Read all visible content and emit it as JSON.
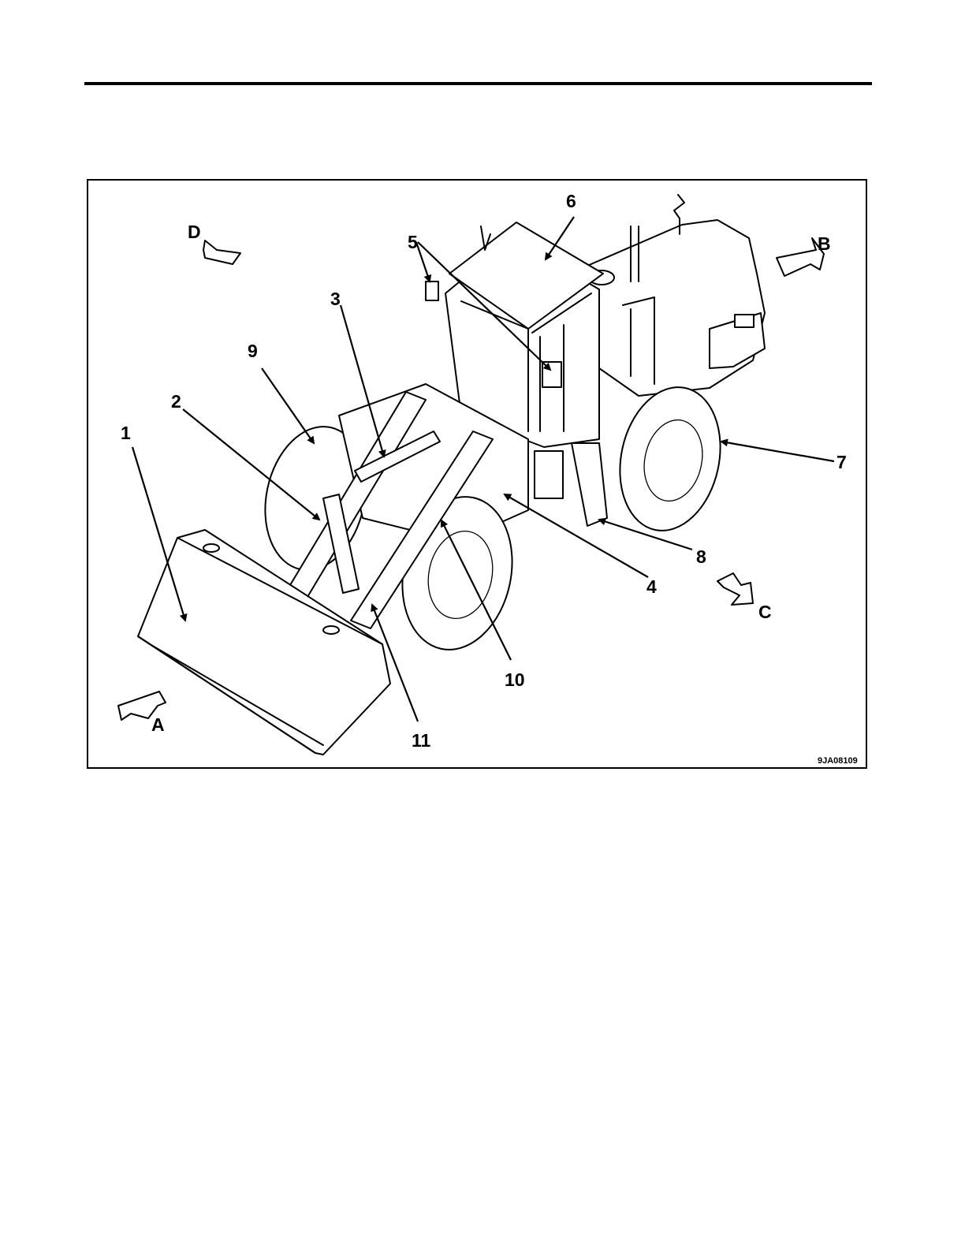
{
  "figure": {
    "code": "9JA08109",
    "direction_arrows": [
      {
        "id": "A",
        "label": "A"
      },
      {
        "id": "B",
        "label": "B"
      },
      {
        "id": "C",
        "label": "C"
      },
      {
        "id": "D",
        "label": "D"
      }
    ],
    "callouts": [
      {
        "label": "1"
      },
      {
        "label": "2"
      },
      {
        "label": "3"
      },
      {
        "label": "4"
      },
      {
        "label": "5"
      },
      {
        "label": "6"
      },
      {
        "label": "7"
      },
      {
        "label": "8"
      },
      {
        "label": "9"
      },
      {
        "label": "10"
      },
      {
        "label": "11"
      }
    ]
  }
}
